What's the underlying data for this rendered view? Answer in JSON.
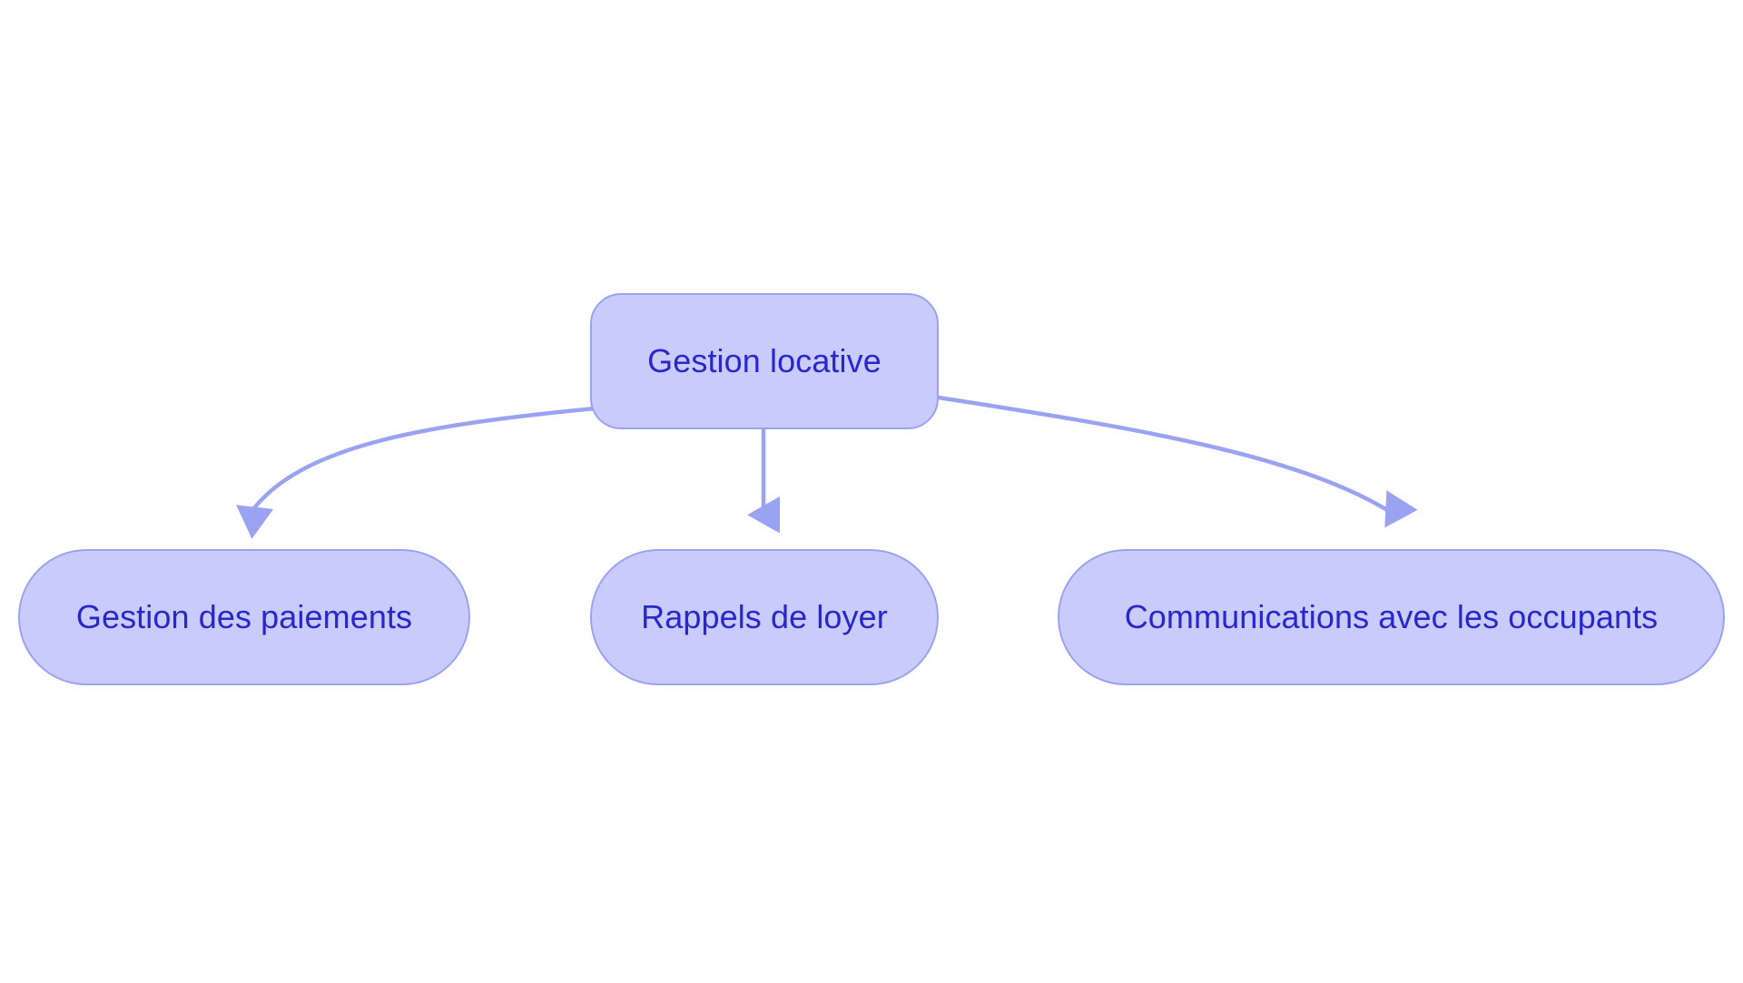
{
  "diagram": {
    "type": "flowchart",
    "direction": "top-down",
    "background_color": "#ffffff",
    "node_fill_color": "#c9ccfb",
    "node_border_color": "#9aa2f2",
    "node_text_color": "#2727cc",
    "edge_color": "#9aa2f2",
    "nodes": [
      {
        "id": "root",
        "label": "Gestion locative"
      },
      {
        "id": "payments",
        "label": "Gestion des paiements"
      },
      {
        "id": "reminders",
        "label": "Rappels de loyer"
      },
      {
        "id": "communications",
        "label": "Communications avec les occupants"
      }
    ],
    "edges": [
      {
        "from": "root",
        "to": "payments",
        "label": ""
      },
      {
        "from": "root",
        "to": "reminders",
        "label": ""
      },
      {
        "from": "root",
        "to": "communications",
        "label": ""
      }
    ]
  }
}
